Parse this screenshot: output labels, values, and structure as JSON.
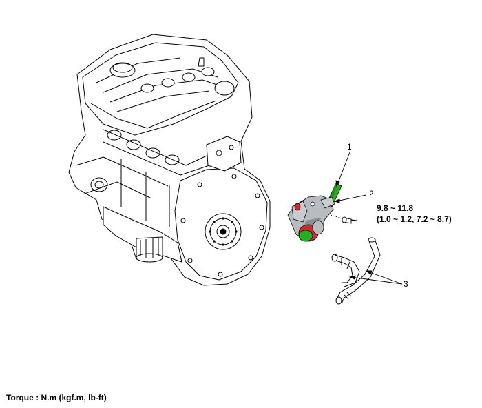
{
  "callouts": {
    "part1": "1",
    "part2": "2",
    "part3": "3"
  },
  "torque_spec": {
    "nm": "9.8 ~ 11.8",
    "kgfm_lbft": "(1.0 ~ 1.2, 7.2 ~ 8.7)"
  },
  "footer": {
    "unit_legend": "Torque : N.m (kgf.m, lb-ft)"
  },
  "colors": {
    "line": "#000000",
    "engine_fill": "#ffffff",
    "housing_grey": "#b8bcc0",
    "housing_shadow": "#8a8e93",
    "sensor_green": "#2a8a1e",
    "outlet_green": "#22b11a",
    "outlet_red": "#e0202a"
  }
}
